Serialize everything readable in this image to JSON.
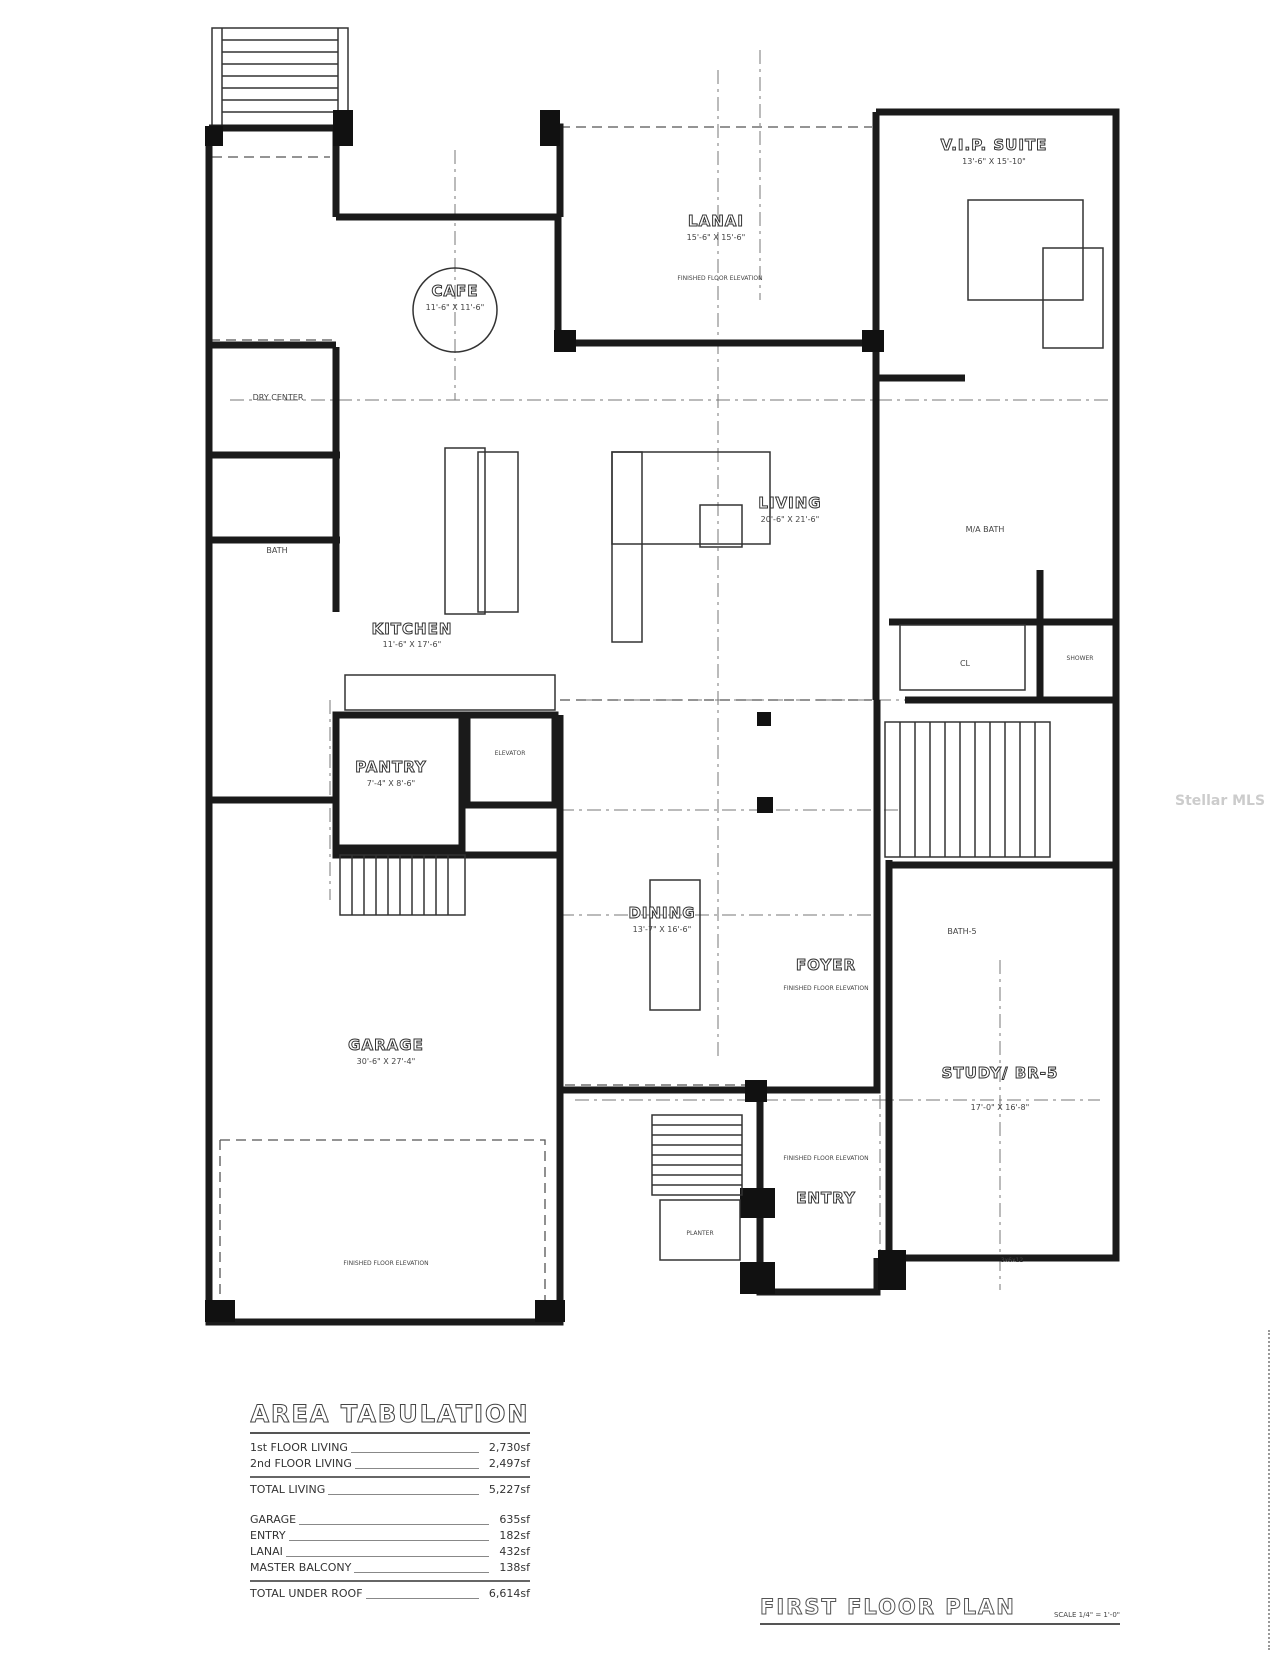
{
  "drawing": {
    "title": "FIRST FLOOR PLAN",
    "scale": "SCALE 1/4\" = 1'-0\"",
    "watermark": "Stellar MLS",
    "rooms": {
      "vip_suite": {
        "name": "V.I.P. SUITE",
        "dims": "13'-6\" X 15'-10\""
      },
      "lanai": {
        "name": "LANAI",
        "dims": "15'-6\" X 15'-6\""
      },
      "cafe": {
        "name": "CAFE",
        "dims": "11'-6\" X 11'-6\""
      },
      "living": {
        "name": "LIVING",
        "dims": "20'-6\" X 21'-6\""
      },
      "kitchen": {
        "name": "KITCHEN",
        "dims": "11'-6\" X 17'-6\""
      },
      "pantry": {
        "name": "PANTRY",
        "dims": "7'-4\" X 8'-6\""
      },
      "dining": {
        "name": "DINING",
        "dims": "13'-7\" X 16'-6\""
      },
      "foyer": {
        "name": "FOYER"
      },
      "garage": {
        "name": "GARAGE",
        "dims": "30'-6\" X 27'-4\""
      },
      "study": {
        "name": "STUDY/ BR-5",
        "dims": "17'-0\" X 16'-8\""
      },
      "entry": {
        "name": "ENTRY"
      },
      "closet": {
        "name": "CL"
      },
      "ma_bath": {
        "name": "M/A BATH"
      },
      "bath5": {
        "name": "BATH-5"
      },
      "bath": {
        "name": "BATH"
      },
      "dry_center": {
        "name": "DRY CENTER"
      },
      "elevator": {
        "name": "ELEVATOR"
      },
      "planter": {
        "name": "PLANTER"
      },
      "shower": {
        "name": "SHOWER"
      }
    },
    "notes": {
      "finished_floor": "FINISHED FLOOR ELEVATION",
      "window": "3x6x12"
    }
  },
  "area_tabulation": {
    "title": "AREA TABULATION",
    "living": [
      {
        "label": "1st FLOOR LIVING",
        "value": "2,730sf"
      },
      {
        "label": "2nd FLOOR LIVING",
        "value": "2,497sf"
      }
    ],
    "total_living": {
      "label": "TOTAL LIVING",
      "value": "5,227sf"
    },
    "other": [
      {
        "label": "GARAGE",
        "value": "635sf"
      },
      {
        "label": "ENTRY",
        "value": "182sf"
      },
      {
        "label": "LANAI",
        "value": "432sf"
      },
      {
        "label": "MASTER BALCONY",
        "value": "138sf"
      }
    ],
    "total_under_roof": {
      "label": "TOTAL UNDER ROOF",
      "value": "6,614sf"
    }
  }
}
